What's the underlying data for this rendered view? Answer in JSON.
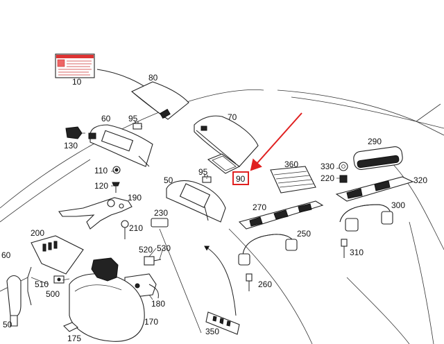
{
  "diagram": {
    "labels": {
      "l10": "10",
      "l80": "80",
      "l60": "60",
      "l95a": "95",
      "l70": "70",
      "l130": "130",
      "l110": "110",
      "l120": "120",
      "l190": "190",
      "l95b": "95",
      "l50": "50",
      "l90": "90",
      "l360": "360",
      "l290": "290",
      "l330": "330",
      "l220": "220",
      "l320": "320",
      "l230": "230",
      "l210": "210",
      "l270": "270",
      "l300": "300",
      "l200": "200",
      "l250": "250",
      "l520": "520",
      "l530": "530",
      "l60b": "60",
      "l310": "310",
      "l510": "510",
      "l500": "500",
      "l260": "260",
      "l180": "180",
      "l170": "170",
      "l50b": "50",
      "l175": "175",
      "l350": "350"
    },
    "highlight_color": "#e02020",
    "highlighted_callout": "90"
  }
}
